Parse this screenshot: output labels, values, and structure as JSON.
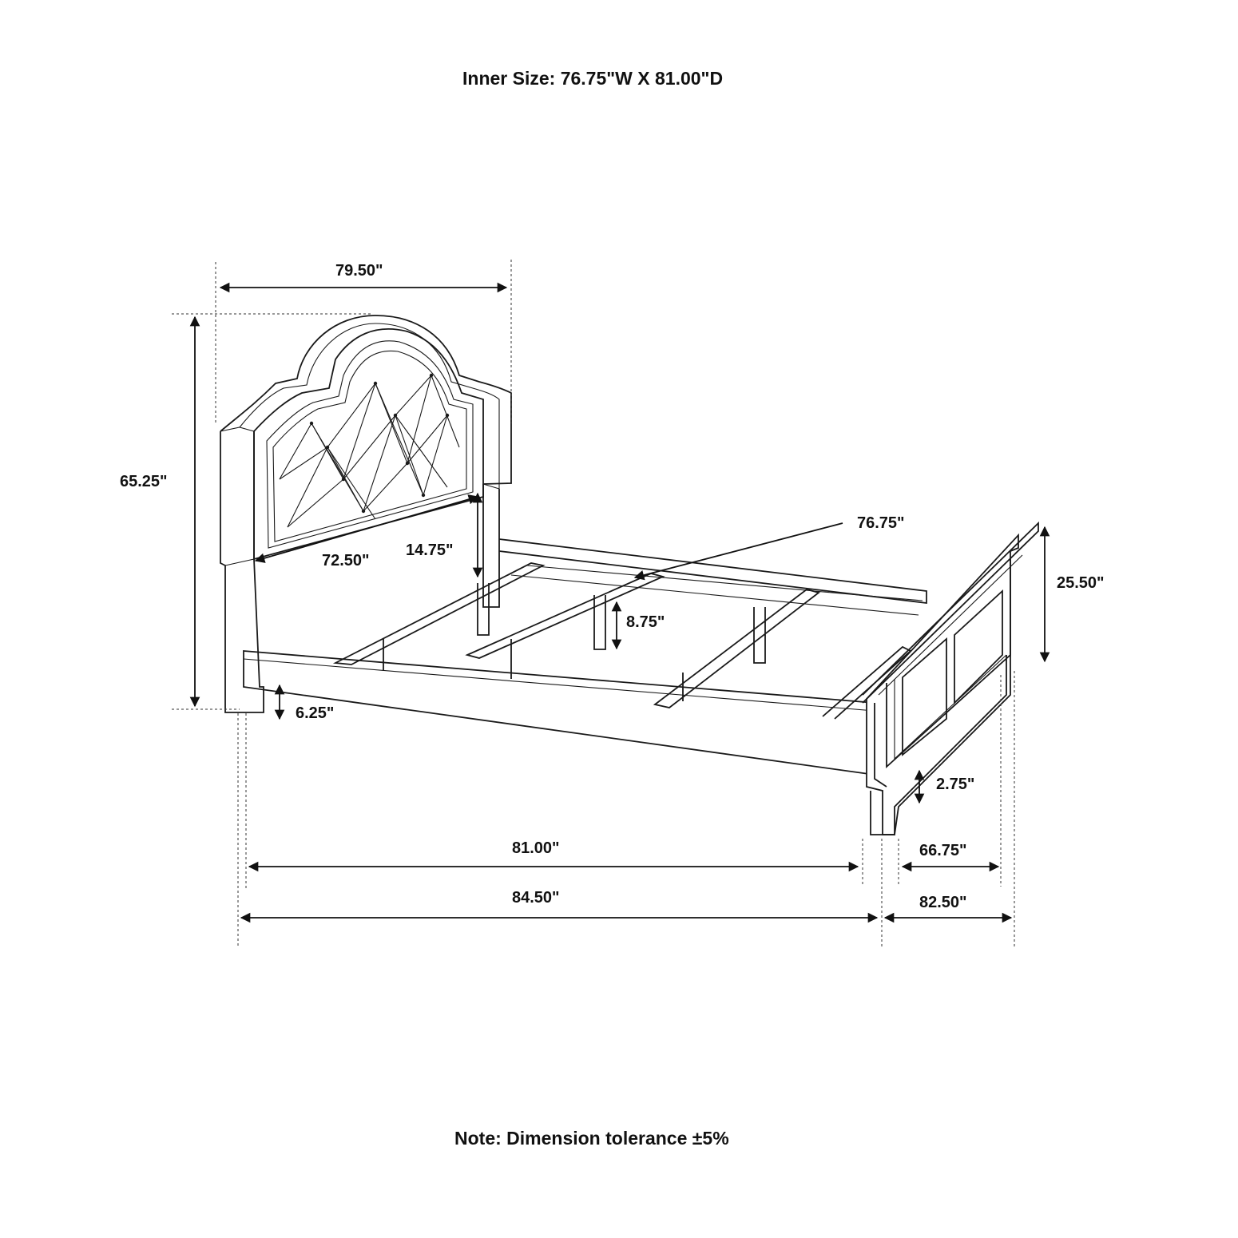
{
  "header": {
    "inner_size": "Inner Size: 76.75\"W X 81.00\"D"
  },
  "footer": {
    "note": "Note: Dimension tolerance ±5%"
  },
  "dimensions": {
    "headboard_width": "79.50\"",
    "overall_height": "65.25\"",
    "headboard_panel_width": "72.50\"",
    "headboard_panel_to_rail": "14.75\"",
    "slat_length": "76.75\"",
    "footboard_height": "25.50\"",
    "slat_height": "8.75\"",
    "floor_clearance": "6.25\"",
    "footboard_base": "2.75\"",
    "inner_length": "81.00\"",
    "footboard_inner_width": "66.75\"",
    "overall_length": "84.50\"",
    "footboard_width": "82.50\""
  }
}
